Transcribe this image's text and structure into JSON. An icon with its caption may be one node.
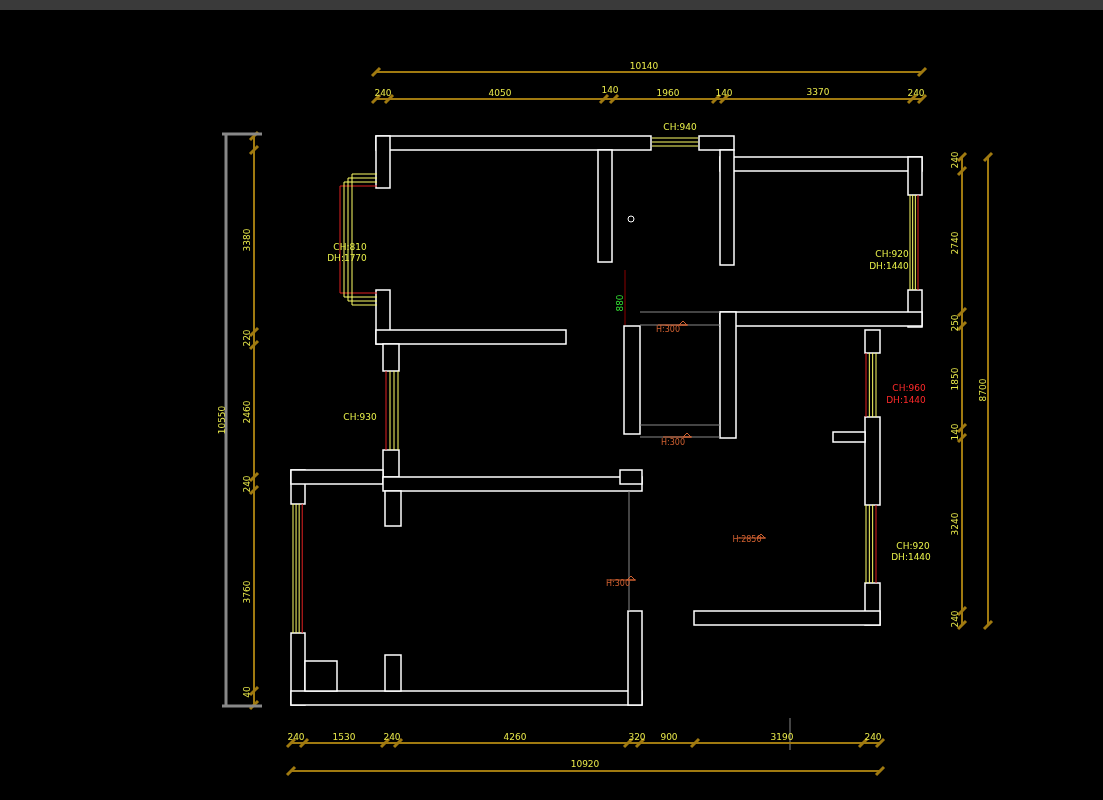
{
  "diagram": {
    "labels": [
      "10140",
      "240",
      "4050",
      "140",
      "1960",
      "140",
      "3370",
      "240",
      "CH:940",
      "3380",
      "220",
      "2460",
      "240",
      "3760",
      "40",
      "10550",
      "240",
      "2740",
      "250",
      "1850",
      "140",
      "3240",
      "240",
      "8700",
      "CH:810",
      "DH:1770",
      "CH:920",
      "DH:1440",
      "880",
      "H:300",
      "CH:930",
      "CH:960",
      "DH:1440",
      "H:300",
      "H:2850",
      "CH:920",
      "DH:1440",
      "H:300",
      "240",
      "1530",
      "240",
      "4260",
      "320",
      "900",
      "3190",
      "240",
      "10920"
    ]
  }
}
